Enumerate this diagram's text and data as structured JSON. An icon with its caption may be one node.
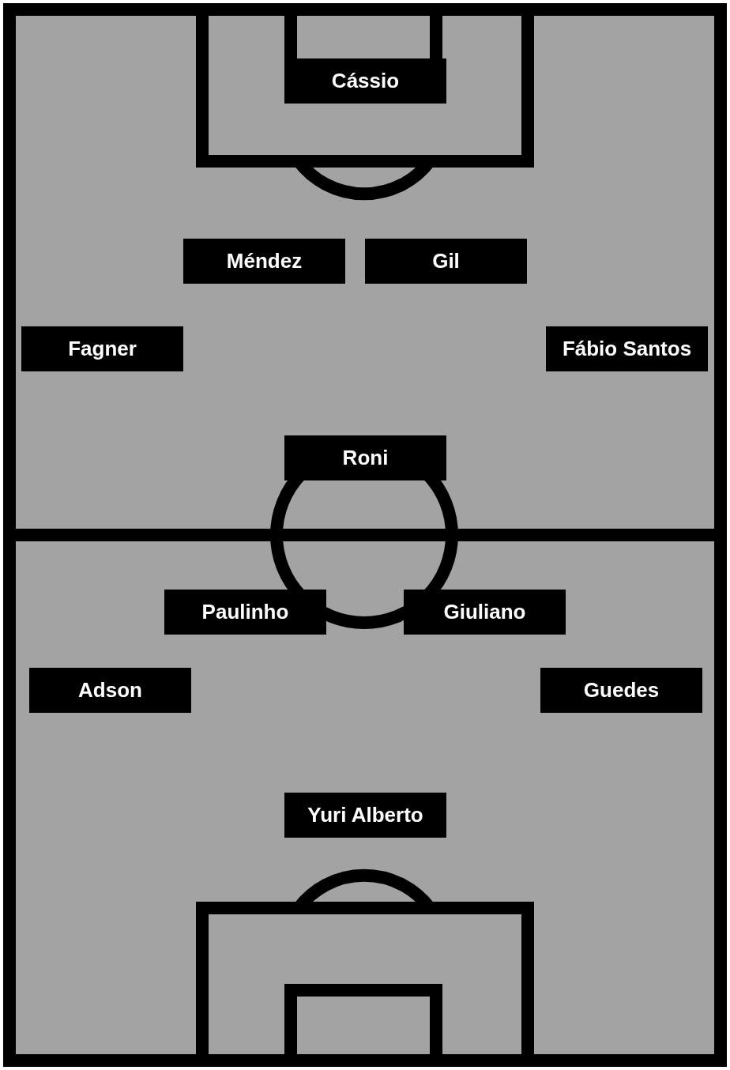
{
  "diagram": {
    "nodes": [
      {
        "text": [
          "Cássio"
        ]
      },
      {
        "text": [
          "Méndez"
        ]
      },
      {
        "text": [
          "Gil"
        ]
      },
      {
        "text": [
          "Fagner"
        ]
      },
      {
        "text": [
          "Fábio Santos"
        ]
      },
      {
        "text": [
          "Roni"
        ]
      },
      {
        "text": [
          "Paulinho"
        ]
      },
      {
        "text": [
          "Giuliano"
        ]
      },
      {
        "text": [
          "Adson"
        ]
      },
      {
        "text": [
          "Guedes"
        ]
      },
      {
        "text": [
          "Yuri Alberto"
        ]
      }
    ],
    "edges": []
  }
}
